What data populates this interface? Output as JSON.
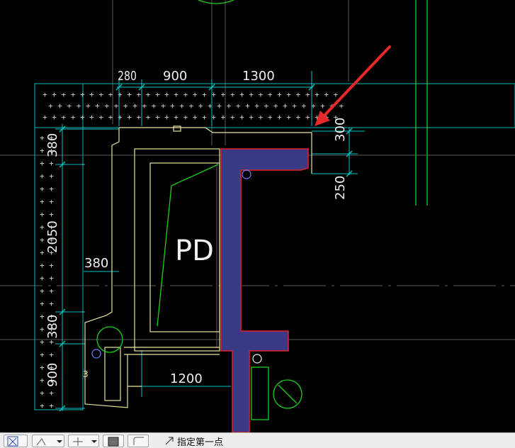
{
  "drawing": {
    "room_label": "PD",
    "dims": {
      "top_1": "280",
      "top_2": "900",
      "top_3": "1300",
      "right_1": "300",
      "right_2": "250",
      "left_1": "380",
      "left_2": "2050",
      "left_3": "380",
      "left_4": "900",
      "inner_380": "380",
      "bottom_1200": "1200",
      "small_3": "3"
    },
    "colors": {
      "background": "#000000",
      "dimension": "#00c8c8",
      "outline": "#e6e6a0",
      "wall_fill": "#3a3a84",
      "wall_edge": "#e0202a",
      "axis": "#5e5e5e",
      "green": "#18d018",
      "annotation_arrow": "#e8282a"
    }
  },
  "statusbar": {
    "tool_icons": [
      "cursor-select-icon",
      "polyline-dropdown-icon",
      "point-dropdown-icon",
      "select-box-icon",
      "rotate-icon"
    ],
    "prompt_text": "指定第一点"
  }
}
